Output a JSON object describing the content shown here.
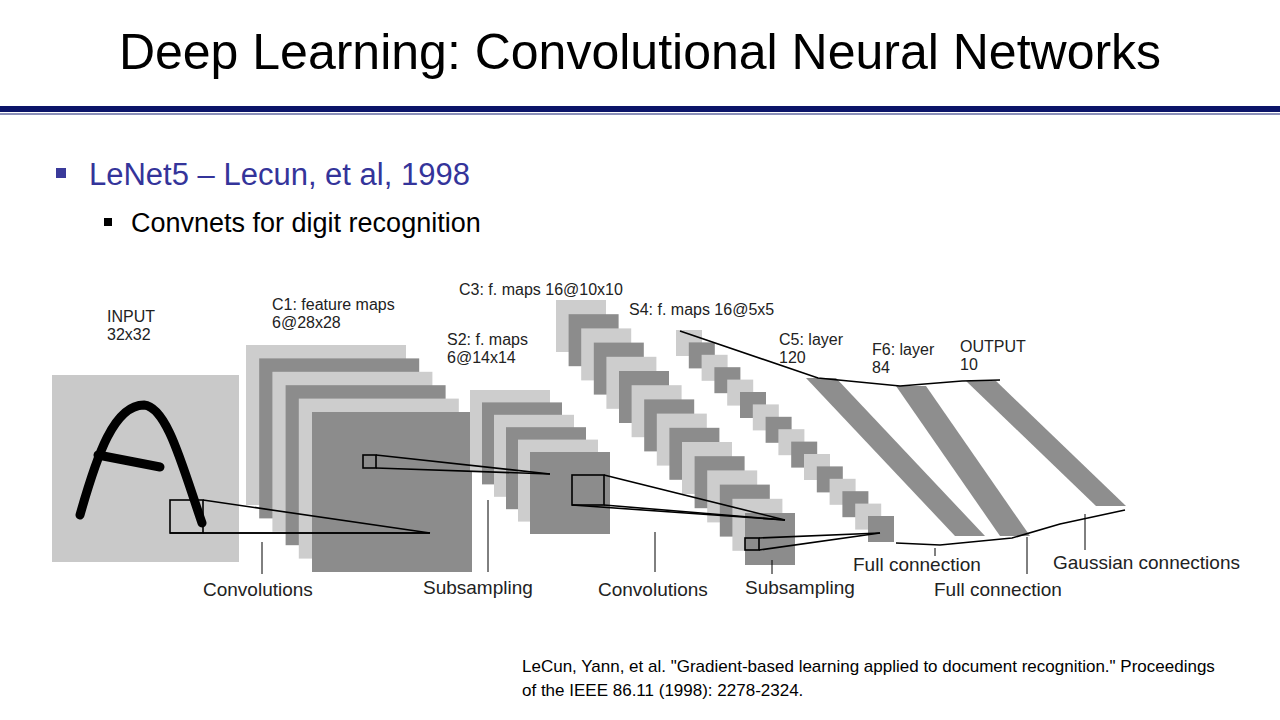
{
  "diagram": {
    "title": "Deep Learning: Convolutional Neural Networks",
    "caption": "LeCun, Yann, et al. \"Gradient-based learning applied to document recognition.\" Proceedings of the IEEE 86.11 (1998): 2278-2324.",
    "nodes": [
      {
        "text": [
          "INPUT 32x32"
        ]
      },
      {
        "text": [
          "C1: feature maps 6@28x28"
        ]
      },
      {
        "text": [
          "S2: f. maps 6@14x14"
        ]
      },
      {
        "text": [
          "C3: f. maps 16@10x10"
        ]
      },
      {
        "text": [
          "S4: f. maps 16@5x5"
        ]
      },
      {
        "text": [
          "C5: layer 120"
        ]
      },
      {
        "text": [
          "F6: layer 84"
        ]
      },
      {
        "text": [
          "OUTPUT 10"
        ]
      }
    ],
    "labels": [
      "LeNet5 – Lecun, et al, 1998",
      "Convnets for digit recognition",
      "Convolutions",
      "Subsampling",
      "Convolutions",
      "Subsampling",
      "Full connection",
      "Full connection",
      "Gaussian connections"
    ]
  }
}
